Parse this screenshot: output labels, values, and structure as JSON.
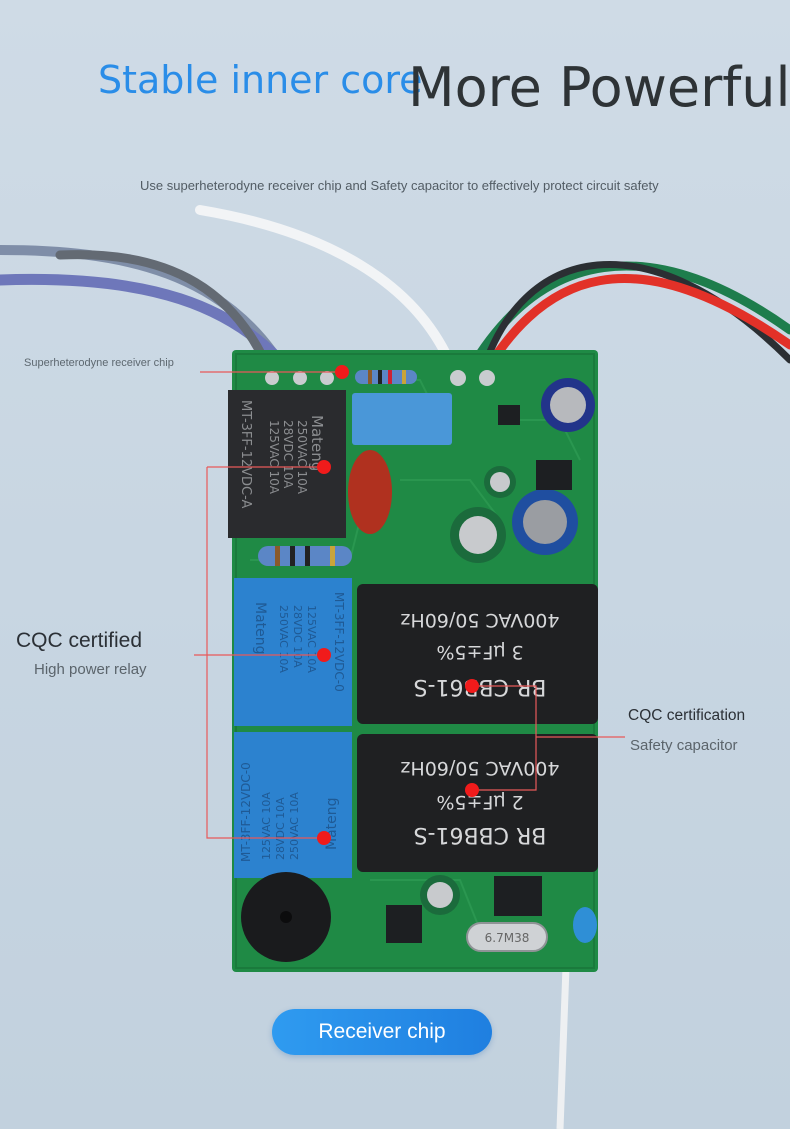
{
  "header": {
    "tagline": "Stable inner core",
    "headline": "More Powerful",
    "subtitle": "Use superheterodyne receiver chip and Safety capacitor to effectively protect circuit safety"
  },
  "callouts": {
    "chip_label": "Superheterodyne receiver chip",
    "relay_title": "CQC certified",
    "relay_sub": "High power relay",
    "capacitor_title": "CQC certification",
    "capacitor_sub": "Safety capacitor"
  },
  "board": {
    "relay1_text": "MT-3FF-12VDC-A",
    "relay1_brand": "Mateng",
    "relay1_specs": [
      "250VAC 10A",
      "28VDC 10A",
      "125VAC 10A"
    ],
    "relay_blue_text": "MT-3FF-12VDC-0",
    "relay_blue_brand": "Mateng",
    "relay_blue_specs": [
      "250VAC 10A",
      "28VDC 10A",
      "125VAC 10A"
    ],
    "cap1_lines": [
      "400VAC 50/60Hz",
      "3 μF±5%",
      "BR CBB61-S"
    ],
    "cap2_lines": [
      "400VAC 50/60Hz",
      "2 μF±5%",
      "BR CBB61-S"
    ],
    "crystal_text": "6.7M38"
  },
  "button": {
    "label": "Receiver chip"
  },
  "colors": {
    "accent_blue": "#2a8de8",
    "marker_red": "#f01b1b",
    "pcb_green": "#1f8a45"
  },
  "icons": [
    "board-photo",
    "red-dot-marker"
  ]
}
